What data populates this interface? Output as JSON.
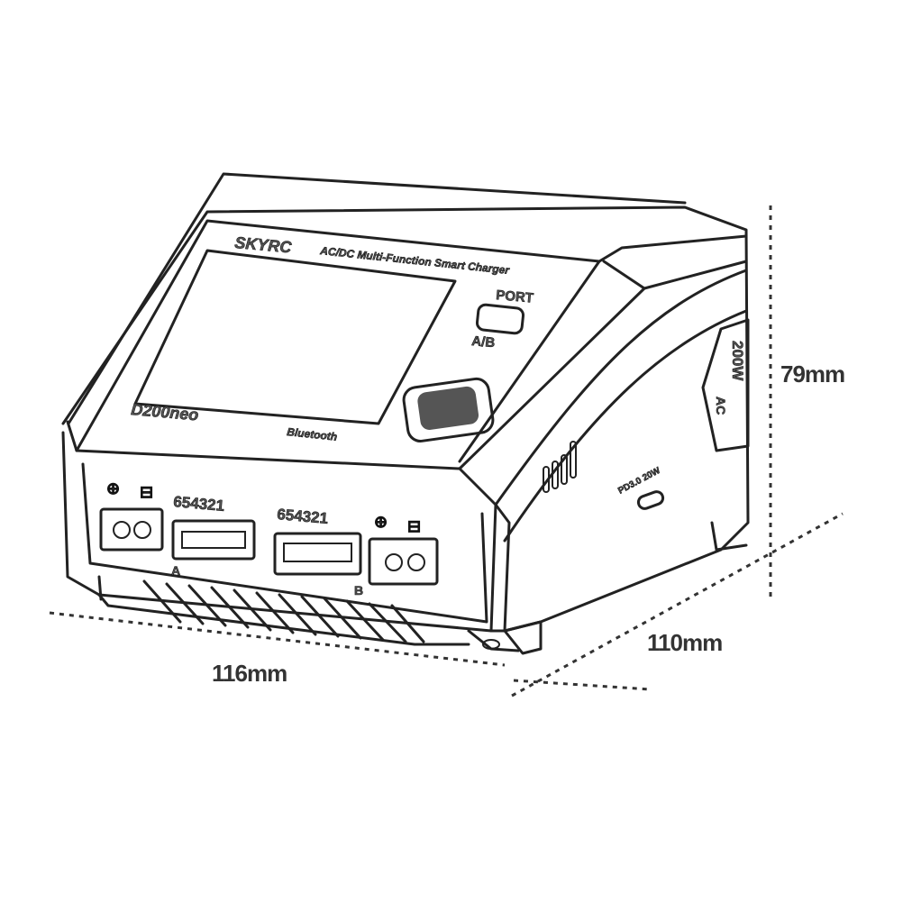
{
  "product": {
    "brand": "SKYRC",
    "tagline": "AC/DC Multi-Function Smart Charger",
    "model": "D200neo",
    "bluetooth_label": "Bluetooth",
    "port_label": "PORT",
    "port_switch_label": "A/B",
    "side_label_power": "200W",
    "side_label_input": "AC",
    "usb_label": "PD3.0 20W",
    "balance_port_label": "654321",
    "channel_a": "A",
    "channel_b": "B",
    "positive_symbol": "⊕",
    "negative_symbol": "⊟"
  },
  "dimensions": {
    "width": "116mm",
    "depth": "110mm",
    "height": "79mm"
  }
}
